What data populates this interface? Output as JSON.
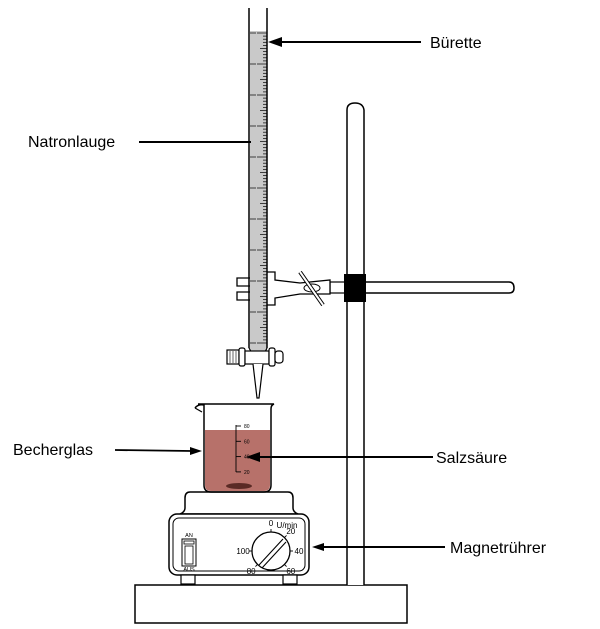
{
  "diagram": {
    "title": "Titration apparatus",
    "labels": {
      "burette": "Bürette",
      "sodium_hydroxide": "Natronlauge",
      "beaker": "Becherglas",
      "hydrochloric_acid": "Salzsäure",
      "magnetic_stirrer": "Magnetrührer"
    },
    "beaker_scale": {
      "ticks": [
        "80",
        "60",
        "40",
        "20"
      ]
    },
    "stirrer": {
      "switch_on_label": "AN",
      "switch_off_label": "AUS",
      "dial_unit": "U/min",
      "dial_marks": [
        "0",
        "20",
        "40",
        "60",
        "80",
        "100"
      ]
    },
    "colors": {
      "line": "#000000",
      "burette_liquid": "#c9c9c9",
      "acid_liquid": "#b7716a",
      "stir_bar": "#5a2a25",
      "clamp_block": "#000000",
      "background": "#ffffff"
    }
  }
}
